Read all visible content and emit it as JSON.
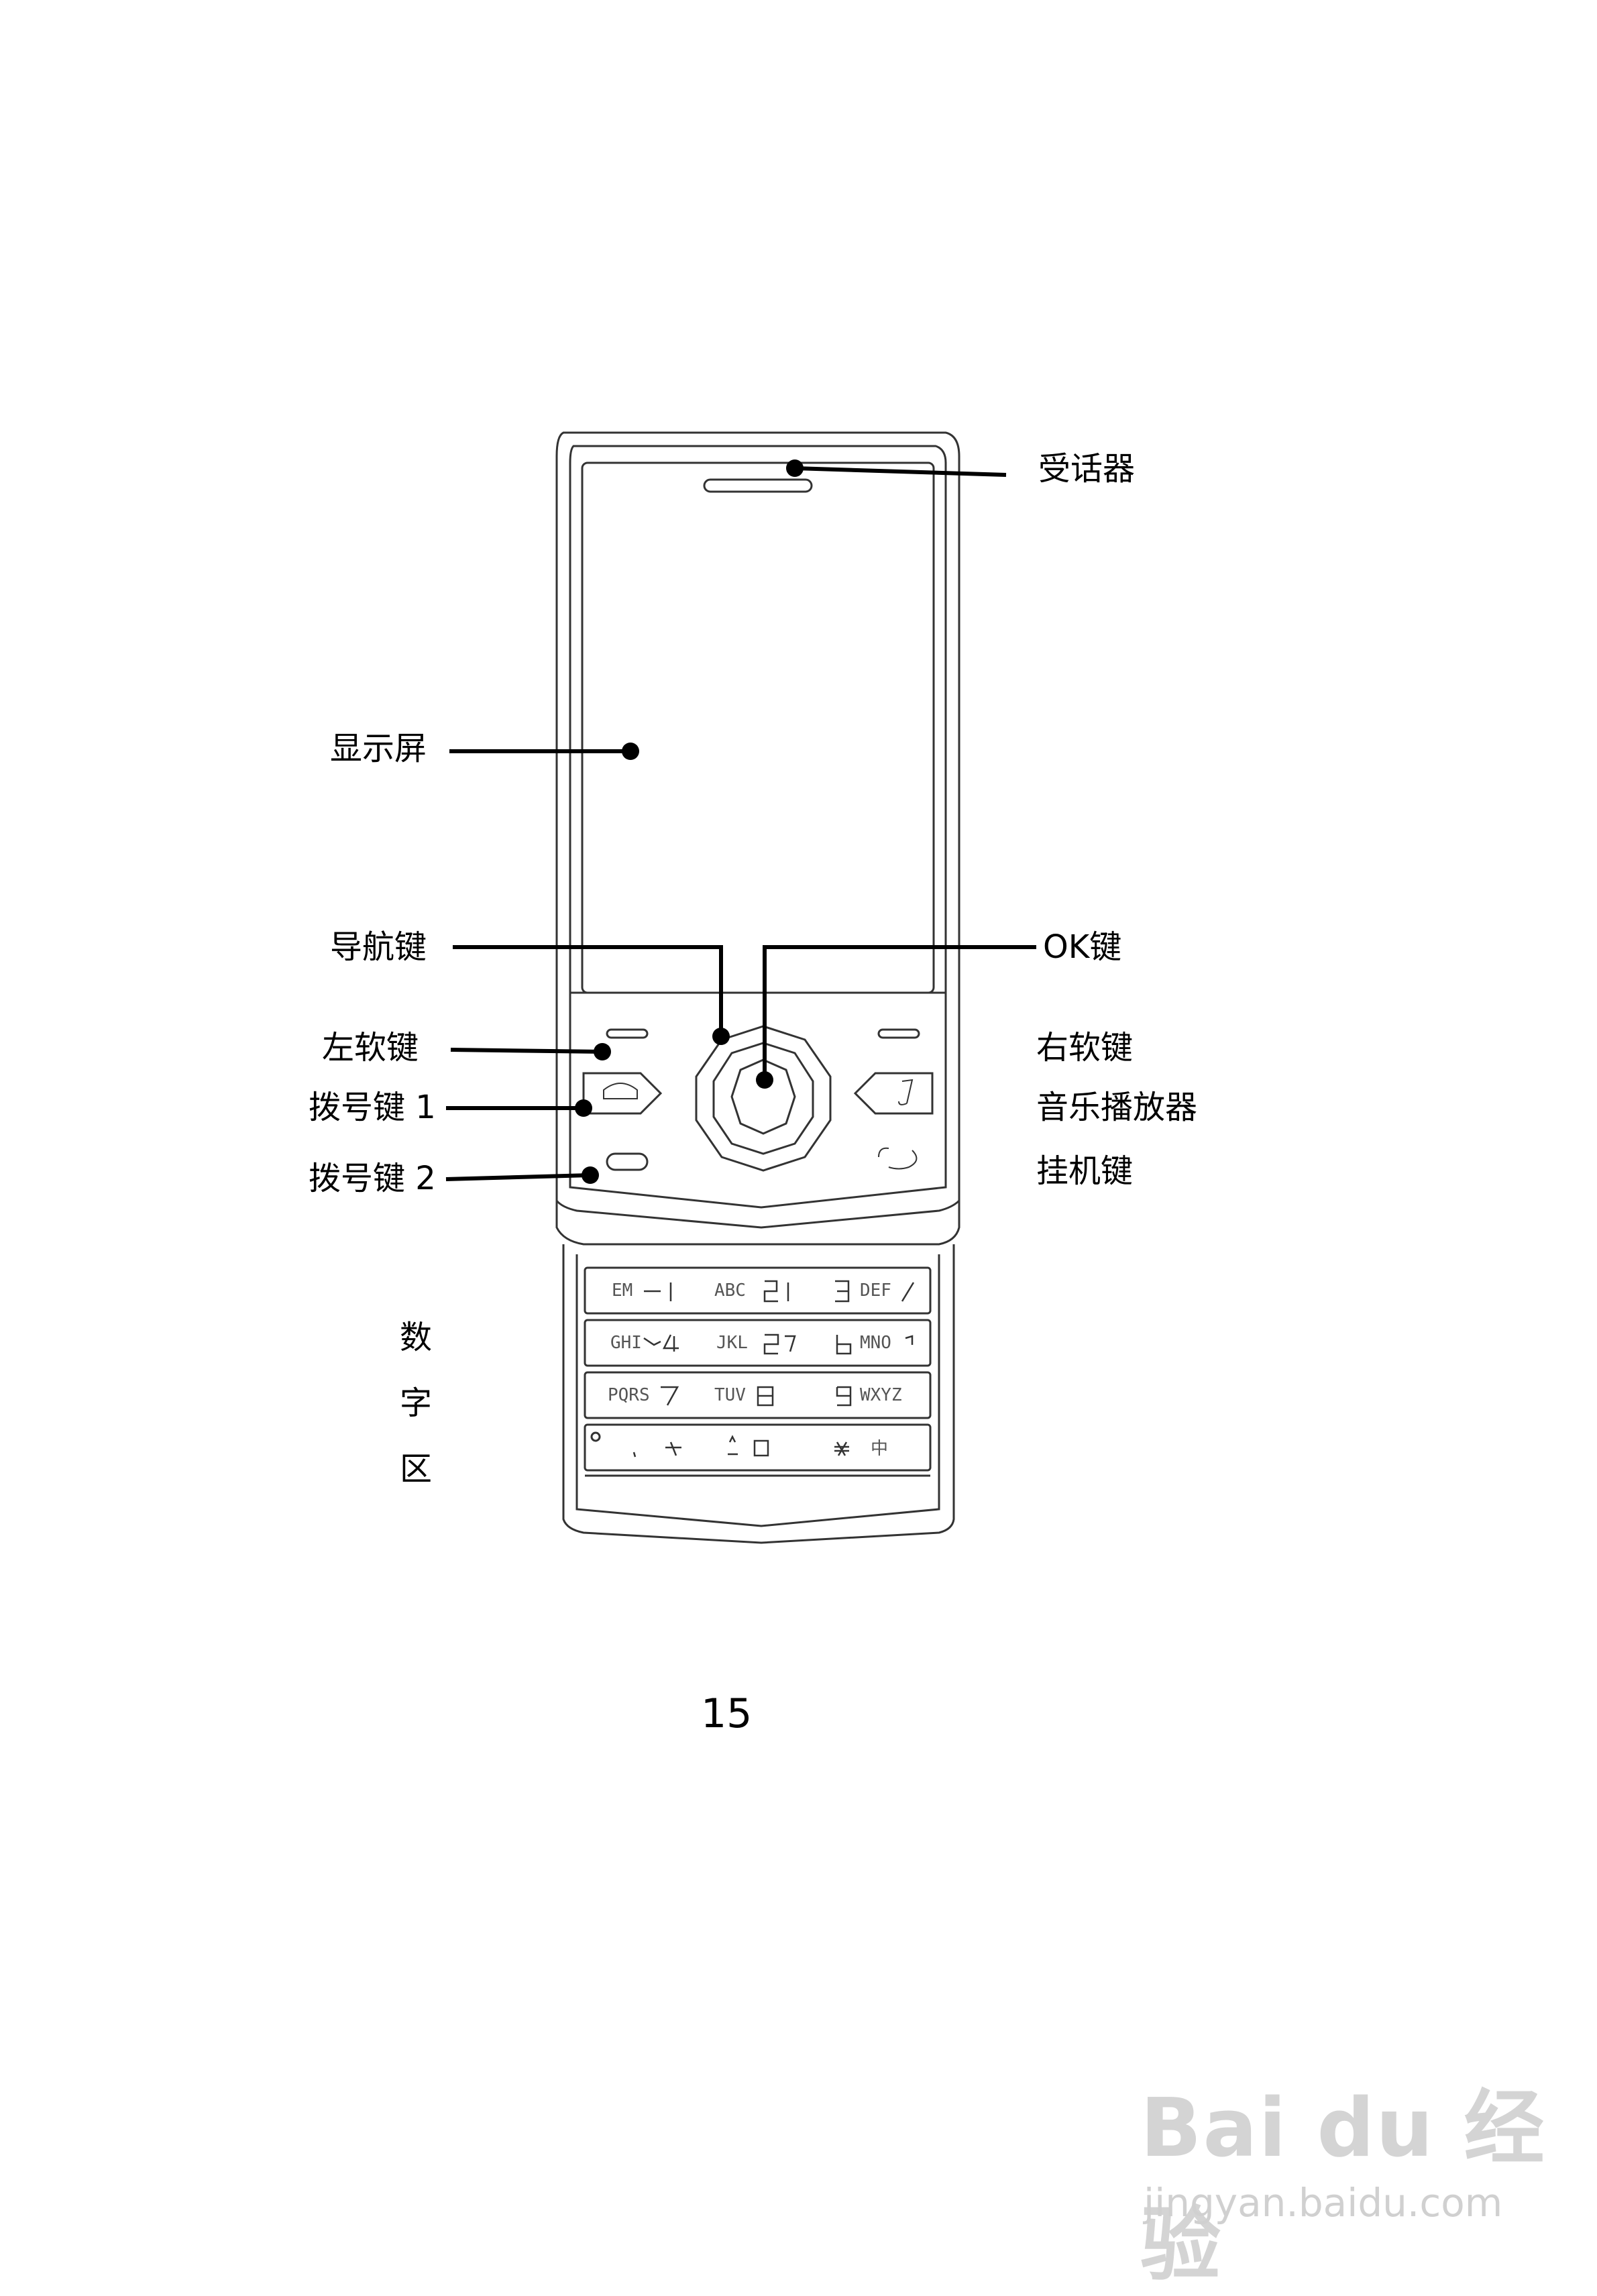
{
  "labels": {
    "receiver": "受话器",
    "display": "显示屏",
    "nav_key": "导航键",
    "ok_key": "OK键",
    "left_soft_key": "左软键",
    "right_soft_key": "右软键",
    "dial_key_1": "拨号键 1",
    "music_player": "音乐播放器",
    "dial_key_2": "拨号键 2",
    "end_key": "挂机键",
    "numeric_area": [
      "数",
      "字",
      "区"
    ]
  },
  "keypad": {
    "row1": [
      "EM",
      "ABC",
      "DEF"
    ],
    "row2": [
      "GHI",
      "JKL",
      "MNO"
    ],
    "row3": [
      "PQRS",
      "TUV",
      "WXYZ"
    ],
    "row4": [
      "中"
    ]
  },
  "page_number": "15",
  "watermark": {
    "logo": "Bai du 经验",
    "url": "jingyan.baidu.com"
  }
}
